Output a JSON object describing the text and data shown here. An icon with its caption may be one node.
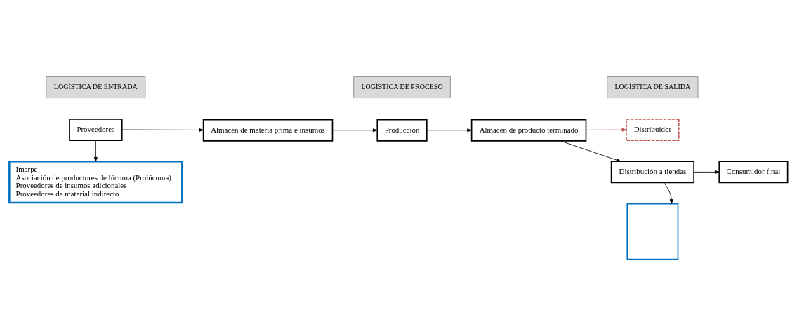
{
  "diagram": {
    "nodes": [
      {
        "text": [
          "Proveedores"
        ]
      },
      {
        "text": [
          "Almacén de materia prima e insumos"
        ]
      },
      {
        "text": [
          "Producción"
        ]
      },
      {
        "text": [
          "Almacén de producto terminado"
        ]
      },
      {
        "text": [
          "Distribuidor"
        ]
      },
      {
        "text": [
          "Distribución a tiendas"
        ]
      },
      {
        "text": [
          "Consumidor final"
        ]
      },
      {
        "text": [
          "Imarpe",
          "Asociación de productores de lúcuma (Prolúcuma)",
          "Proveedores de insumos adicionales",
          "Proveedores de material indirecto"
        ]
      },
      {
        "text": [],
        "shape": "box"
      }
    ],
    "edges": [
      {
        "from": 0,
        "to": 1,
        "arrow": "to"
      },
      {
        "from": 1,
        "to": 2,
        "arrow": "to"
      },
      {
        "from": 2,
        "to": 3,
        "arrow": "to"
      },
      {
        "from": 3,
        "to": 5,
        "arrow": "to"
      },
      {
        "from": 3,
        "to": 4,
        "arrow": "to",
        "color": "#c0504d"
      },
      {
        "from": 5,
        "to": 6,
        "arrow": "to"
      },
      {
        "from": 0,
        "to": 7,
        "arrow": "to"
      },
      {
        "from": 5,
        "to": 8,
        "arrow": "to"
      }
    ],
    "labels": [
      "LOGÍSTICA DE ENTRADA",
      "LOGÍSTICA DE PROCESO",
      "LOGÍSTICA DE SALIDA"
    ]
  }
}
